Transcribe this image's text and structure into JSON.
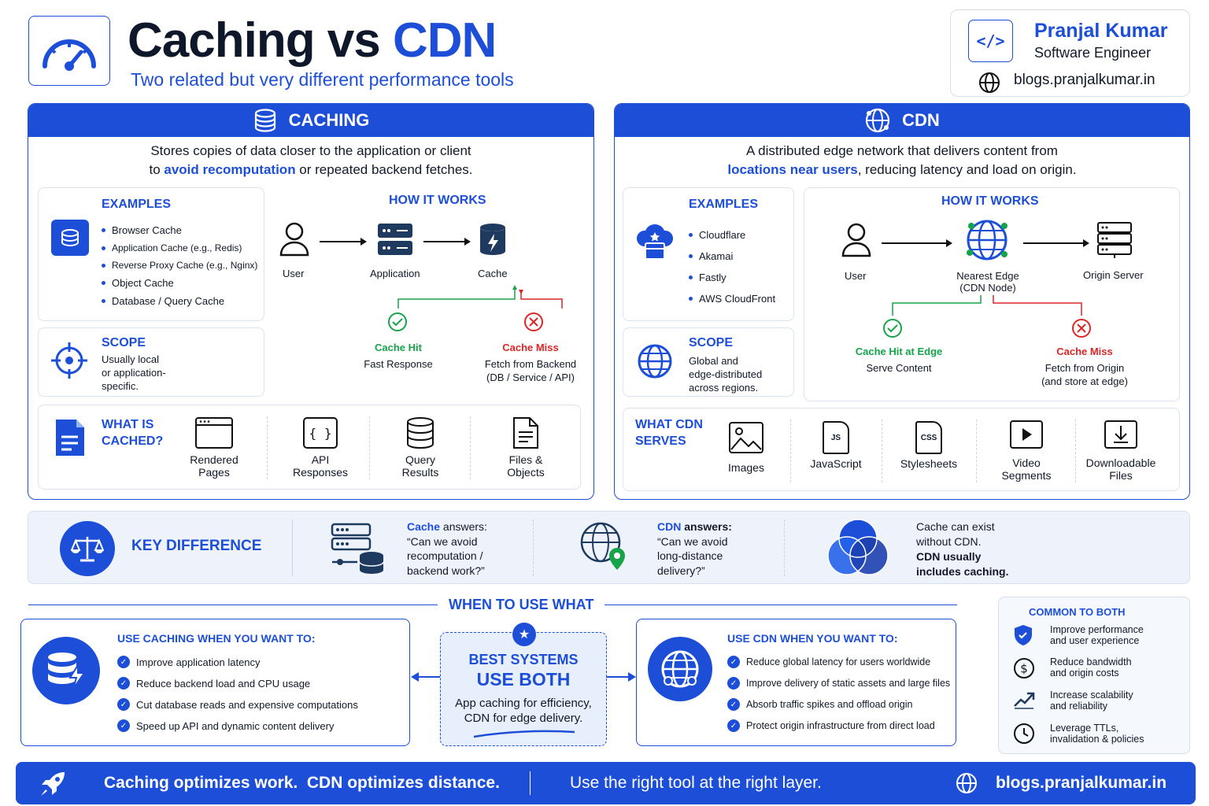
{
  "header": {
    "title_a": "Caching vs ",
    "title_b": "CDN",
    "subtitle": "Two related but very different performance tools"
  },
  "author": {
    "name": "Pranjal Kumar",
    "role": "Software Engineer",
    "site": "blogs.pranjalkumar.in"
  },
  "caching": {
    "title": "CACHING",
    "desc_1": "Stores copies of data closer to the application or client",
    "desc_2a": "to ",
    "desc_2b": "avoid recomputation",
    "desc_2c": " or repeated backend fetches.",
    "examples_title": "EXAMPLES",
    "examples": [
      "Browser Cache",
      "Application Cache (e.g., Redis)",
      "Reverse Proxy Cache (e.g., Nginx)",
      "Object Cache",
      "Database / Query Cache"
    ],
    "how_title": "HOW IT WORKS",
    "flow": {
      "user": "User",
      "app": "Application",
      "cache": "Cache"
    },
    "hit": {
      "title": "Cache Hit",
      "desc": "Fast Response"
    },
    "miss": {
      "title": "Cache Miss",
      "desc_1": "Fetch from Backend",
      "desc_2": "(DB / Service / API)"
    },
    "scope_title": "SCOPE",
    "scope_1": "Usually local",
    "scope_2": "or application-",
    "scope_3": "specific.",
    "cached_title_1": "WHAT IS",
    "cached_title_2": "CACHED?",
    "cached": [
      [
        "Rendered",
        "Pages"
      ],
      [
        "API",
        "Responses"
      ],
      [
        "Query",
        "Results"
      ],
      [
        "Files &",
        "Objects"
      ]
    ]
  },
  "cdn": {
    "title": "CDN",
    "desc_1": "A distributed edge network that delivers content from",
    "desc_2a": "locations near users",
    "desc_2b": ", reducing latency and load on origin.",
    "examples_title": "EXAMPLES",
    "examples": [
      "Cloudflare",
      "Akamai",
      "Fastly",
      "AWS CloudFront"
    ],
    "how_title": "HOW IT WORKS",
    "flow": {
      "user": "User",
      "edge_1": "Nearest Edge",
      "edge_2": "(CDN Node)",
      "origin": "Origin Server"
    },
    "hit": {
      "title": "Cache Hit at Edge",
      "desc": "Serve Content"
    },
    "miss": {
      "title": "Cache Miss",
      "desc_1": "Fetch from Origin",
      "desc_2": "(and store at edge)"
    },
    "scope_title": "SCOPE",
    "scope_1": "Global and",
    "scope_2": "edge-distributed",
    "scope_3": "across regions.",
    "serves_title_1": "WHAT CDN",
    "serves_title_2": "SERVES",
    "serves": [
      [
        "Images",
        ""
      ],
      [
        "JavaScript",
        ""
      ],
      [
        "Stylesheets",
        ""
      ],
      [
        "Video",
        "Segments"
      ],
      [
        "Downloadable",
        "Files"
      ]
    ],
    "file_js": "JS",
    "file_css": "CSS"
  },
  "key": {
    "title": "KEY DIFFERENCE",
    "cache_label": "Cache",
    "cache_suffix": " answers:",
    "cache_q": [
      "“Can we avoid",
      "recomputation /",
      "backend work?”"
    ],
    "cdn_label": "CDN",
    "cdn_suffix": " answers:",
    "cdn_q": [
      "“Can we avoid",
      "long-distance",
      "delivery?”"
    ],
    "note_1": "Cache can exist",
    "note_2": "without CDN.",
    "note_3": "CDN usually",
    "note_4": "includes caching."
  },
  "when": {
    "title": "WHEN TO USE WHAT",
    "caching_title": "USE CACHING WHEN YOU WANT TO:",
    "caching_items": [
      "Improve application latency",
      "Reduce backend load and CPU usage",
      "Cut database reads and expensive computations",
      "Speed up API and dynamic content delivery"
    ],
    "best_1": "BEST SYSTEMS",
    "best_2": "USE BOTH",
    "best_3": "App caching for efficiency,",
    "best_4": "CDN for edge delivery.",
    "cdn_title": "USE CDN WHEN YOU WANT TO:",
    "cdn_items": [
      "Reduce global latency for users worldwide",
      "Improve delivery of static assets and large files",
      "Absorb traffic spikes and offload origin",
      "Protect origin infrastructure from direct load"
    ]
  },
  "common": {
    "title": "COMMON TO BOTH",
    "items": [
      [
        "Improve performance",
        "and user experience"
      ],
      [
        "Reduce bandwidth",
        "and origin costs"
      ],
      [
        "Increase scalability",
        "and reliability"
      ],
      [
        "Leverage TTLs,",
        "invalidation & policies"
      ]
    ]
  },
  "footer": {
    "a": "Caching optimizes work.  CDN optimizes distance.",
    "b": "Use the right tool at the right layer.",
    "site": "blogs.pranjalkumar.in"
  },
  "colors": {
    "primary": "#1d4ed8",
    "hit": "#16a34a",
    "miss": "#dc2626",
    "light": "#eef3fb"
  }
}
